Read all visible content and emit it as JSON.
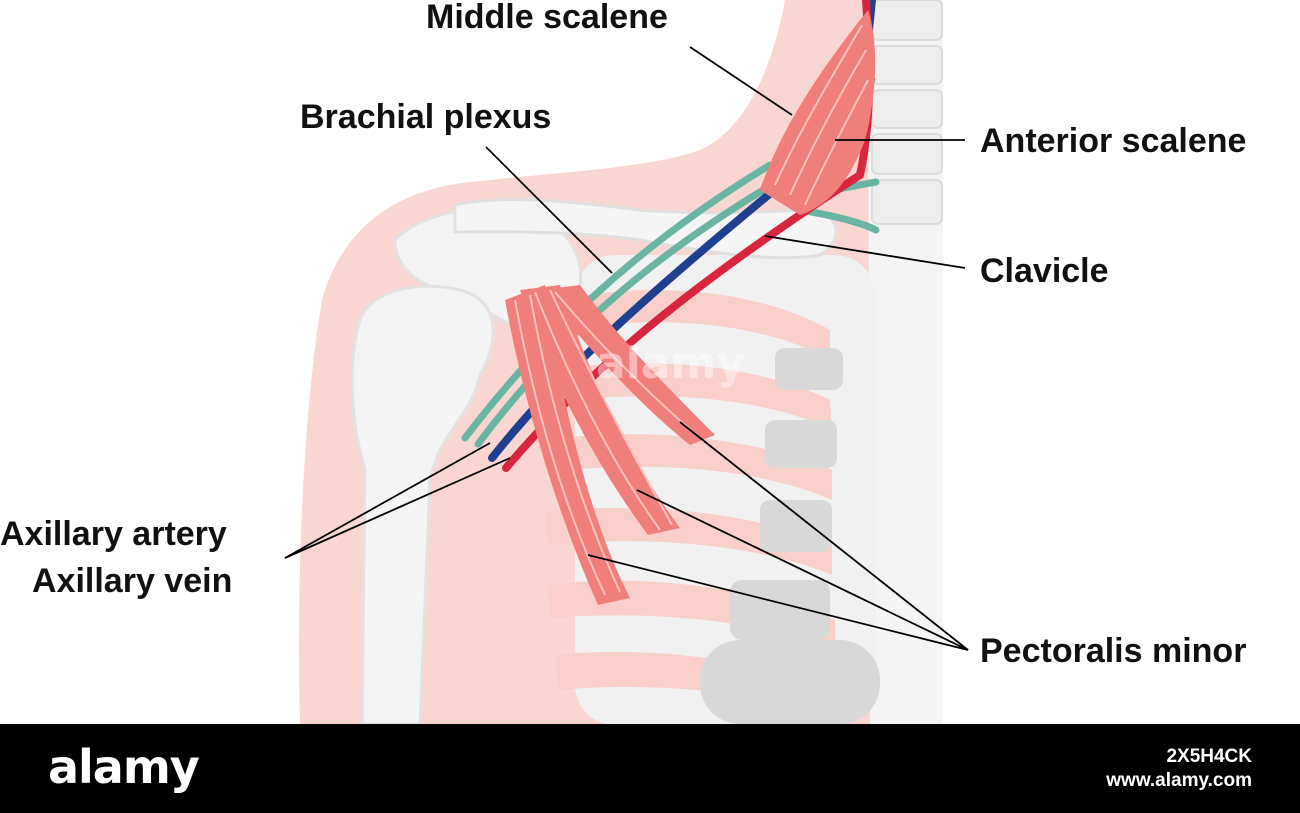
{
  "labels": {
    "middle_scalene": "Middle scalene",
    "brachial_plexus": "Brachial plexus",
    "anterior_scalene": "Anterior scalene",
    "clavicle": "Clavicle",
    "axillary_artery": "Axillary artery",
    "axillary_vein": "Axillary vein",
    "pectoralis_minor": "Pectoralis minor"
  },
  "watermark": {
    "logo": "alamy",
    "image_id": "2X5H4CK",
    "url": "www.alamy.com",
    "overlay": "alamy"
  },
  "colors": {
    "skin": "#f9d6d1",
    "bone": "#f3f3f3",
    "bone_shade": "#dedede",
    "muscle": "#f07f7c",
    "muscle_line": "#fbc1bd",
    "artery": "#d8263f",
    "vein": "#1f3f8f",
    "nerve": "#6ab4a4",
    "leader": "#000000"
  }
}
